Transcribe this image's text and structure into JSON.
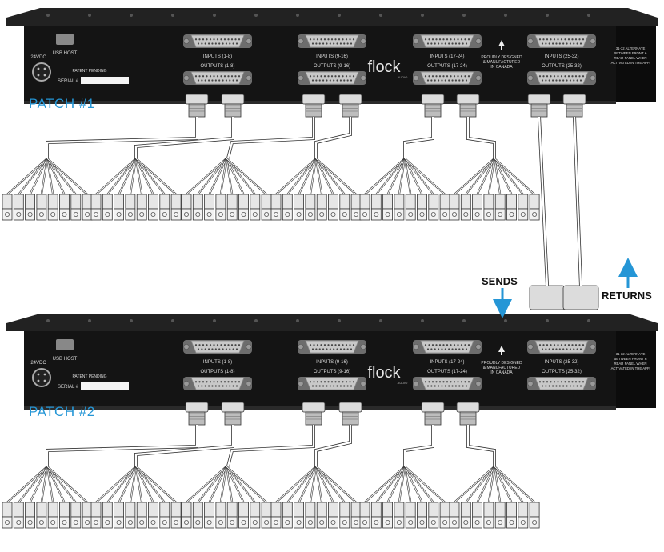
{
  "colors": {
    "accent": "#2596d6",
    "chassis": "#141414",
    "plate": "#1e1e1e",
    "port": "#c8c8c8",
    "cable": "#ffffff",
    "connector": "#dcdcdc"
  },
  "units": [
    {
      "patch_label": "PATCH #1",
      "power_label": "24VDC",
      "usb_label": "USB HOST",
      "serial_label": "SERIAL #",
      "patent_label": "PATENT PENDING",
      "ports": [
        {
          "top": "INPUTS (1-8)",
          "bottom": "OUTPUTS (1-8)"
        },
        {
          "top": "INPUTS (9-16)",
          "bottom": "OUTPUTS (9-16)"
        },
        {
          "top": "INPUTS (17-24)",
          "bottom": "OUTPUTS (17-24)"
        },
        {
          "top": "INPUTS (25-32)",
          "bottom": "OUTPUTS (25-32)"
        }
      ],
      "logo": "flock",
      "logo_sub": "AUDIO",
      "made_in": [
        "PROUDLY DESIGNED",
        "& MANUFACTURED",
        "IN CANADA"
      ],
      "alt_note": [
        "31-32 ALTERNATE",
        "BETWEEN FRONT &",
        "REAR PANEL WHEN",
        "ACTIVATED IN THE APP."
      ]
    },
    {
      "patch_label": "PATCH #2",
      "power_label": "24VDC",
      "usb_label": "USB HOST",
      "serial_label": "SERIAL #",
      "patent_label": "PATENT PENDING",
      "ports": [
        {
          "top": "INPUTS (1-8)",
          "bottom": "OUTPUTS (1-8)"
        },
        {
          "top": "INPUTS (9-16)",
          "bottom": "OUTPUTS (9-16)"
        },
        {
          "top": "INPUTS (17-24)",
          "bottom": "OUTPUTS (17-24)"
        },
        {
          "top": "INPUTS (25-32)",
          "bottom": "OUTPUTS (25-32)"
        }
      ],
      "logo": "flock",
      "logo_sub": "AUDIO",
      "made_in": [
        "PROUDLY DESIGNED",
        "& MANUFACTURED",
        "IN CANADA"
      ],
      "alt_note": [
        "31-32 ALTERNATE",
        "BETWEEN FRONT &",
        "REAR PANEL WHEN",
        "ACTIVATED IN THE APP."
      ]
    }
  ],
  "sends_label": "SENDS",
  "returns_label": "RETURNS"
}
